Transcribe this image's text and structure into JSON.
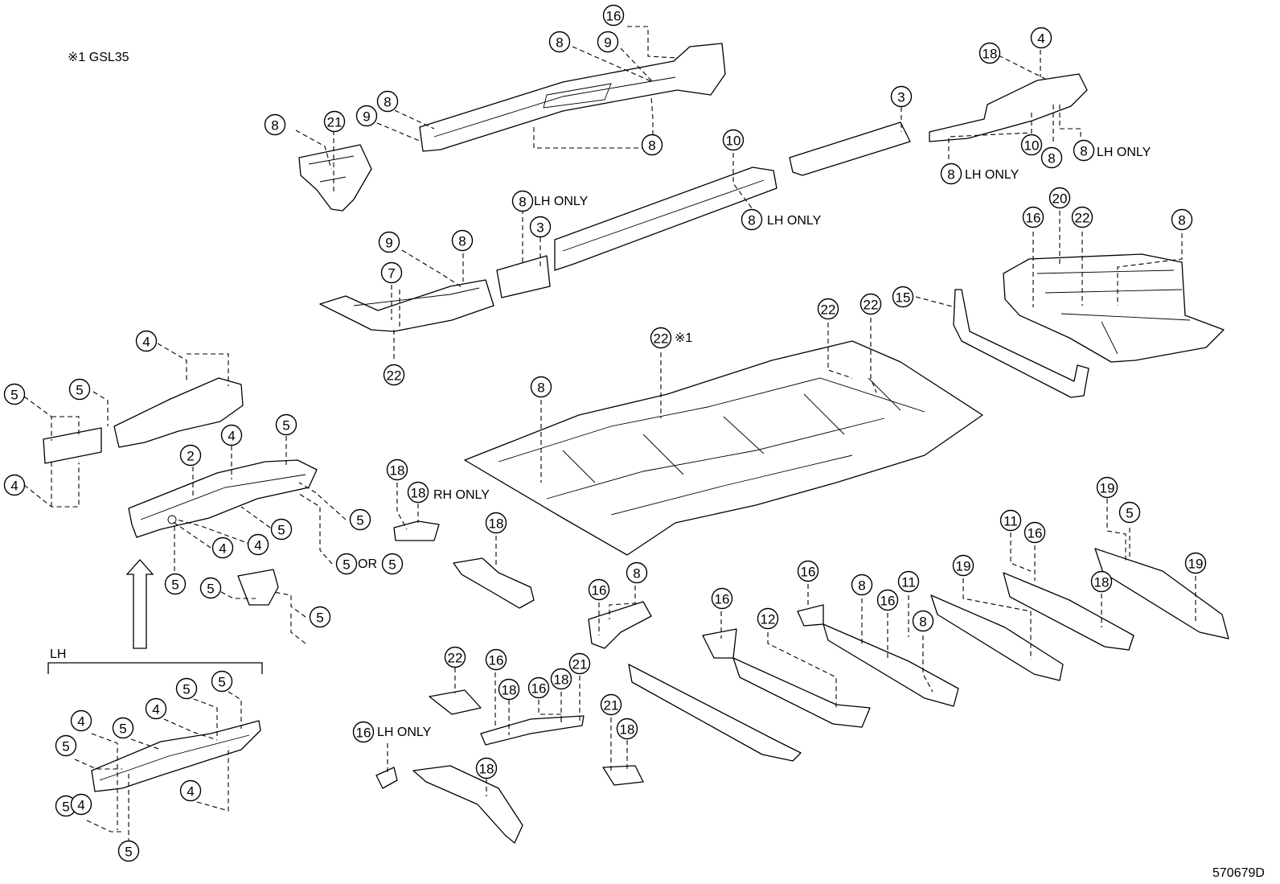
{
  "diagram": {
    "reference_code": "570679D",
    "footnote": "※1 GSL35",
    "section_label": "LH",
    "callouts": [
      {
        "n": "16"
      },
      {
        "n": "8"
      },
      {
        "n": "9"
      },
      {
        "n": "8"
      },
      {
        "n": "9"
      },
      {
        "n": "8"
      },
      {
        "n": "21"
      },
      {
        "n": "8"
      },
      {
        "n": "18"
      },
      {
        "n": "4"
      },
      {
        "n": "3"
      },
      {
        "n": "10"
      },
      {
        "n": "8"
      },
      {
        "n": "8"
      },
      {
        "n": "8"
      },
      {
        "n": "10"
      },
      {
        "n": "8"
      },
      {
        "n": "8"
      },
      {
        "n": "3"
      },
      {
        "n": "9"
      },
      {
        "n": "8"
      },
      {
        "n": "7"
      },
      {
        "n": "22"
      },
      {
        "n": "16"
      },
      {
        "n": "20"
      },
      {
        "n": "22"
      },
      {
        "n": "8"
      },
      {
        "n": "15"
      },
      {
        "n": "22"
      },
      {
        "n": "22"
      },
      {
        "n": "22"
      },
      {
        "n": "8"
      },
      {
        "n": "4"
      },
      {
        "n": "5"
      },
      {
        "n": "5"
      },
      {
        "n": "4"
      },
      {
        "n": "2"
      },
      {
        "n": "4"
      },
      {
        "n": "5"
      },
      {
        "n": "5"
      },
      {
        "n": "5"
      },
      {
        "n": "4"
      },
      {
        "n": "4"
      },
      {
        "n": "5"
      },
      {
        "n": "5"
      },
      {
        "n": "5"
      },
      {
        "n": "5"
      },
      {
        "n": "5"
      },
      {
        "n": "18"
      },
      {
        "n": "18"
      },
      {
        "n": "18"
      },
      {
        "n": "19"
      },
      {
        "n": "5"
      },
      {
        "n": "11"
      },
      {
        "n": "16"
      },
      {
        "n": "19"
      },
      {
        "n": "18"
      },
      {
        "n": "19"
      },
      {
        "n": "16"
      },
      {
        "n": "8"
      },
      {
        "n": "16"
      },
      {
        "n": "12"
      },
      {
        "n": "16"
      },
      {
        "n": "8"
      },
      {
        "n": "16"
      },
      {
        "n": "11"
      },
      {
        "n": "8"
      },
      {
        "n": "22"
      },
      {
        "n": "16"
      },
      {
        "n": "18"
      },
      {
        "n": "16"
      },
      {
        "n": "18"
      },
      {
        "n": "21"
      },
      {
        "n": "21"
      },
      {
        "n": "18"
      },
      {
        "n": "16"
      },
      {
        "n": "18"
      },
      {
        "n": "5"
      },
      {
        "n": "5"
      },
      {
        "n": "4"
      },
      {
        "n": "5"
      },
      {
        "n": "4"
      },
      {
        "n": "5"
      },
      {
        "n": "5"
      },
      {
        "n": "4"
      },
      {
        "n": "4"
      },
      {
        "n": "5"
      }
    ],
    "notes": {
      "lh_only": "LH ONLY",
      "rh_only": "RH ONLY",
      "or": "OR",
      "star1": "※1"
    }
  }
}
